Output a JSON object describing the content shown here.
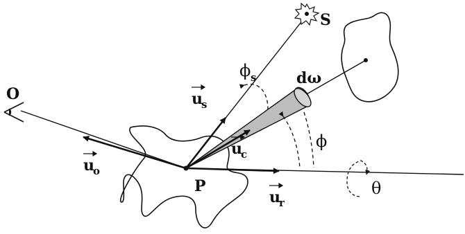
{
  "labels": {
    "observer": "O",
    "source": "S",
    "point": "P",
    "u_s": "u",
    "u_s_sub": "s",
    "u_c": "u",
    "u_c_sub": "c",
    "u_o": "u",
    "u_o_sub": "o",
    "u_r": "u",
    "u_r_sub": "r",
    "phi_s": "ϕ",
    "phi_s_sub": "s",
    "phi": "ϕ",
    "theta": "θ",
    "d_omega": "dω"
  },
  "colors": {
    "stroke": "#111111",
    "cone_fill": "#bdbdbd",
    "background": "#ffffff"
  }
}
